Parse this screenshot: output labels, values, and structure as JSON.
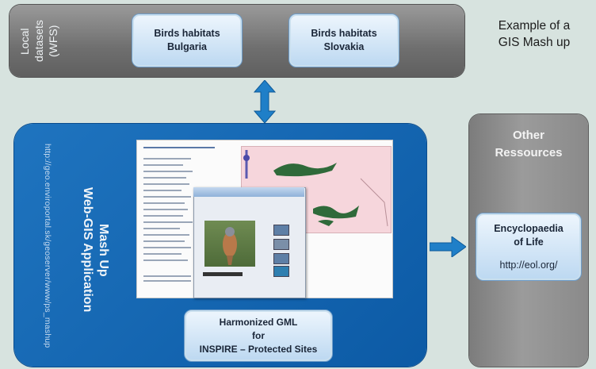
{
  "local_datasets": {
    "label_lines": [
      "Local",
      "datasets",
      "(WFS)"
    ],
    "boxes": [
      {
        "line1": "Birds habitats",
        "line2": "Bulgaria"
      },
      {
        "line1": "Birds habitats",
        "line2": "Slovakia"
      }
    ]
  },
  "title": {
    "line1": "Example of a",
    "line2": "GIS Mash up"
  },
  "mashup": {
    "url": "http://geo.enviroportal.sk/geoserver/www/ps_mashup",
    "title_line1": "Mash Up",
    "title_line2": "Web-GIS Application"
  },
  "harmonized": {
    "line1": "Harmonized GML",
    "line2": "for",
    "line3": "INSPIRE – Protected Sites"
  },
  "other_resources": {
    "title_line1": "Other",
    "title_line2": "Ressources",
    "eol_line1": "Encyclopaedia",
    "eol_line2": "of Life",
    "eol_url": "http://eol.org/"
  },
  "colors": {
    "mashup_blue": "#1565b0",
    "box_grey": "#7a7a7a",
    "arrow_blue": "#1f7fc8",
    "background": "#d7e3df"
  }
}
